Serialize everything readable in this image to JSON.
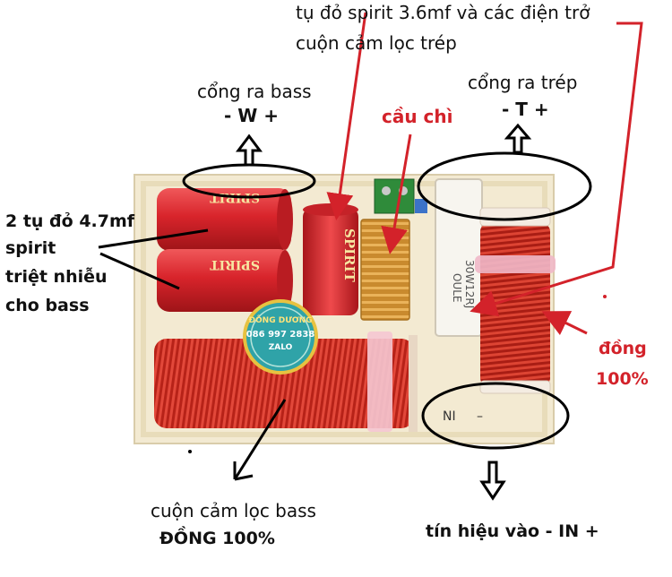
{
  "labels": {
    "bass_out_title": "cổng ra bass",
    "bass_out_pins": "- W +",
    "treble_out_title": "cổng ra trép",
    "treble_out_pins": "- T +",
    "spirit36_line1": "tụ đỏ spirit 3.6mf và các điện trở",
    "spirit36_line2": "cuộn cảm  lọc trép",
    "fuse": "cầu chì",
    "caps47_line1": "2 tụ đỏ 4.7mf",
    "caps47_line2": "spirit",
    "caps47_line3": "triệt nhiễu",
    "caps47_line4": "cho bass",
    "copper_line1": "đồng",
    "copper_line2": "100%",
    "bass_coil_line1": "cuộn cảm lọc bass",
    "bass_coil_line2": "ĐỒNG 100%",
    "signal_in": "tín hiệu vào - IN +"
  },
  "product_text": {
    "cap_brand": "SPIRIT",
    "resistor_brand": "OULE",
    "resistor_value": "30W12RJ",
    "board_marks": [
      "NI",
      "–"
    ],
    "watermark_line1": "ĐÔNG DƯƠNG",
    "watermark_line2": "086 997 2838",
    "watermark_line3": "ZALO"
  },
  "colors": {
    "annotation_red": "#d3222a",
    "annotation_black": "#111111",
    "board": "#f3ead2",
    "copper": "#c62a1c",
    "capacitor": "#d8242b",
    "heatsink": "#d99a3a"
  }
}
